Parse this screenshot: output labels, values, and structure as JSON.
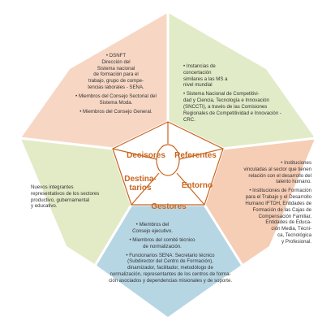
{
  "diagram": {
    "colors": {
      "stroke": "#ffffff",
      "sector_top_left": "#f7d7c4",
      "sector_top_right": "#e2ebc8",
      "sector_right": "#f6cdb5",
      "sector_bottom": "#b7d6e4",
      "sector_left": "#e3ebc6",
      "core_text": "#c9651f",
      "body_text": "#333333"
    },
    "core": {
      "decisores": "Decisores",
      "referentes": "Referentes",
      "entorno": "Entorno",
      "gestores": "Gestores",
      "destinatarios": "Destina-\ntarios"
    },
    "sectors": {
      "top_left": {
        "items": [
          "• DSNFT\nDirección del\nSistema nacional\nde formación para el\ntrabajo, grupo de compe-\ntencias laborales - SENA.",
          "• Miembros del Consejo Sectorial del\nSistema Moda.",
          "• Miembros del Consejo General."
        ]
      },
      "top_right": {
        "items": [
          "• Instancias de\nconcertación\nsimilares a las MS a\nnivel mundial",
          "• Sistema Nacional de Competitivi-\ndad y Ciencia, Tecnología e Innovación\n(SNCCTI), a través de las Comisiones\nRegionales de Competitividad e Innovación -\nCRC."
        ]
      },
      "right": {
        "items": [
          "• Instituciones\nvinculadas al sector que tienen\nrelación con el desarrollo del\ntalento humano.",
          "• Instituciones de Formación\npara el Trabajo y el Desarrollo\nHumano IFTDH, Entidades de\nFormación de las Cajas de\nCompensación Familiar,\nEntidades de Educa-\nción Media, Técni-\nca, Tecnológica\ny Profesional."
        ]
      },
      "bottom": {
        "items": [
          "• Miembros del\nConsejo ejecutivo.",
          "• Miembros del comité técnico\nde normalización.",
          "• Funcionarios SENA: Secretario técnico\n(Subdirector del Centro de Formación),\ndinamizador, facilitador, metodólogo de\nnormalización, representantes de los centros de forma-\nción asociados y dependencias misionales y de soporte."
        ]
      },
      "left": {
        "items": [
          "Nuevos integrantes\nrepresentativos de los sectores\nproductivo, gubernamental\ny educativo."
        ]
      }
    }
  }
}
